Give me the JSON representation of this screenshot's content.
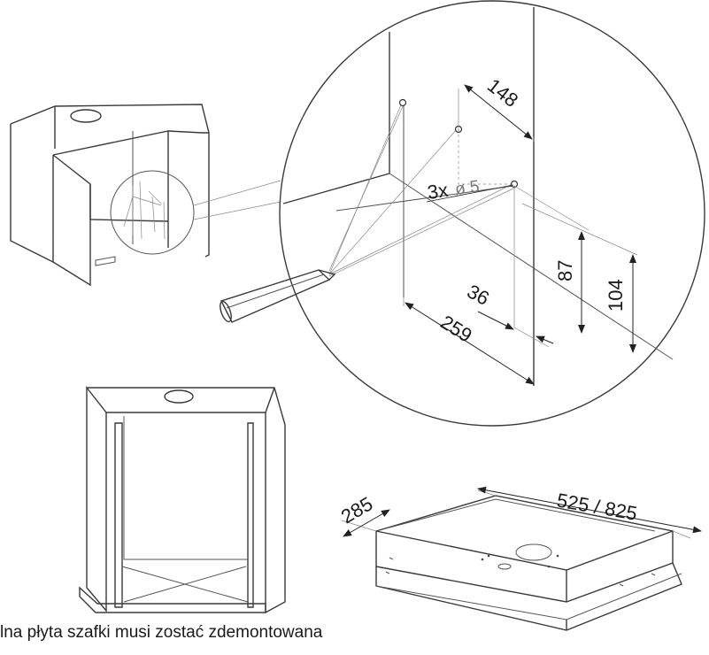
{
  "detail": {
    "dim_top": "148",
    "holes": "3x",
    "hole_diameter": "ø 5",
    "dim_87": "87",
    "dim_104": "104",
    "dim_36": "36",
    "dim_259": "259"
  },
  "hood": {
    "depth": "285",
    "width": "525 / 825"
  },
  "caption": "lna płyta szafki musi zostać zdemontowana"
}
